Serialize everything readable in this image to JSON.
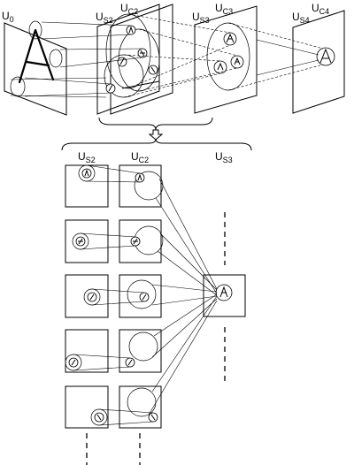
{
  "top_labels": [
    {
      "base": "U",
      "sub": "0"
    },
    {
      "base": "U",
      "sub": "S2"
    },
    {
      "base": "U",
      "sub": "C2"
    },
    {
      "base": "U",
      "sub": "S3"
    },
    {
      "base": "U",
      "sub": "C3"
    },
    {
      "base": "U",
      "sub": "S4"
    },
    {
      "base": "U",
      "sub": "C4"
    }
  ],
  "bottom_labels": [
    {
      "base": "U",
      "sub": "S2"
    },
    {
      "base": "U",
      "sub": "C2"
    },
    {
      "base": "U",
      "sub": "S3"
    }
  ],
  "row_count": 5
}
